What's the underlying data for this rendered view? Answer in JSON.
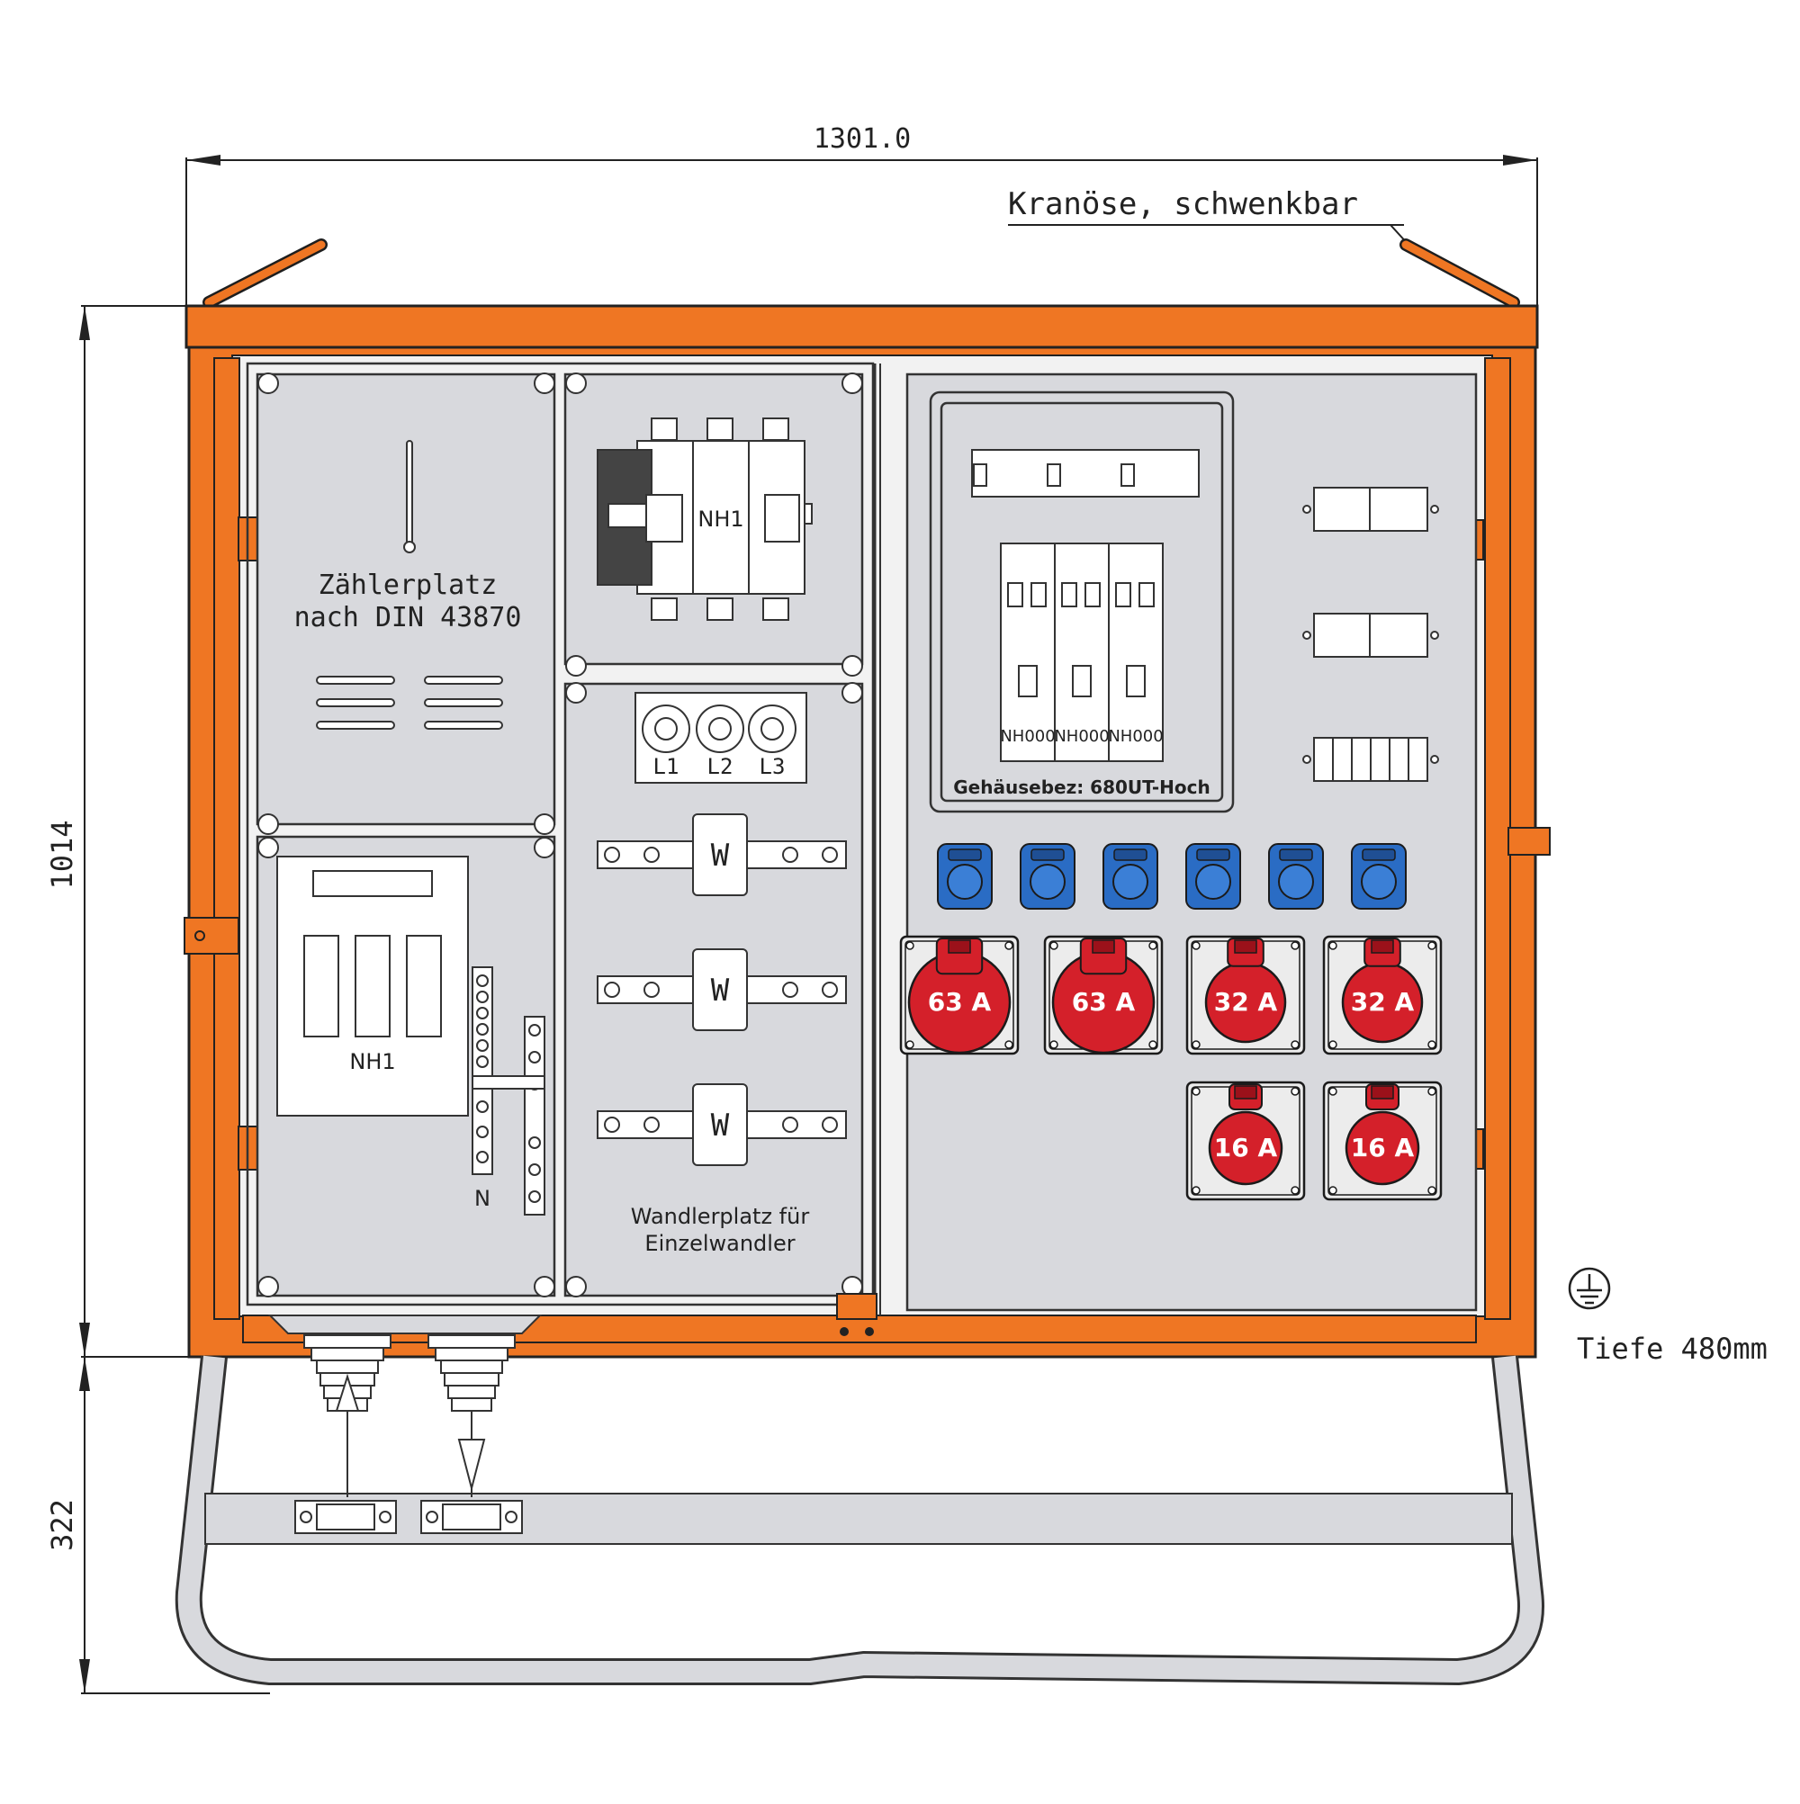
{
  "colors": {
    "frame": "#ef7623",
    "frame_dark": "#c75a12",
    "panel": "#d8d9dd",
    "panel_line": "#3a3a3a",
    "socket_blue": "#2a6cc4",
    "socket_red": "#d4202a",
    "socket_plate": "#ececec",
    "white": "#ffffff"
  },
  "dimensions": {
    "width": "1301.0",
    "height_body": "1014",
    "height_stand": "322",
    "depth": "Tiefe 480mm"
  },
  "callouts": {
    "crane_eye": "Kranöse, schwenkbar"
  },
  "left_panel": {
    "meter_label_line1": "Zählerplatz",
    "meter_label_line2": "nach DIN 43870",
    "main_switch_label": "NH1",
    "lower_fuse_label": "NH1",
    "neutral_label": "N",
    "phase_labels": [
      "L1",
      "L2",
      "L3"
    ],
    "transformer_marks": [
      "W",
      "W",
      "W"
    ],
    "transformer_caption_line1": "Wandlerplatz für",
    "transformer_caption_line2": "Einzelwandler"
  },
  "right_panel": {
    "fuse_labels": [
      "NH000",
      "NH000",
      "NH000"
    ],
    "housing_label": "Gehäusebez: 680UT-Hoch",
    "schuko_count": 6,
    "cee_row1": [
      "63 A",
      "63 A",
      "32 A",
      "32 A"
    ],
    "cee_row2": [
      "16 A",
      "16 A"
    ]
  },
  "symbols": {
    "earth": "earth-ground-icon"
  }
}
